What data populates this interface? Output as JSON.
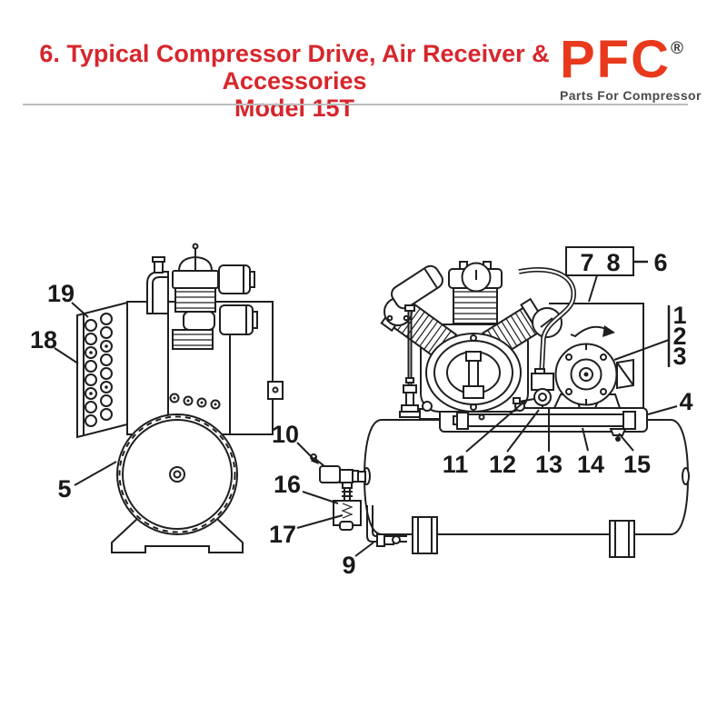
{
  "header": {
    "title_line1": "6. Typical Compressor Drive, Air Receiver & Accessories",
    "title_line2": "Model 15T",
    "title_color": "#d7262c",
    "logo": {
      "text": "PFC",
      "registered_mark": "®",
      "tagline": "Parts For Compressor",
      "brand_color": "#e8391d",
      "tagline_color": "#4a4a4c"
    }
  },
  "diagram": {
    "line_color": "#1f1f1f",
    "background_color": "#ffffff",
    "callouts": {
      "c1": "1",
      "c2": "2",
      "c3": "3",
      "c4": "4",
      "c5": "5",
      "c6": "6",
      "c7": "7",
      "c8": "8",
      "c9": "9",
      "c10": "10",
      "c11": "11",
      "c12": "12",
      "c13": "13",
      "c14": "14",
      "c15": "15",
      "c16": "16",
      "c17": "17",
      "c18": "18",
      "c19": "19"
    }
  }
}
